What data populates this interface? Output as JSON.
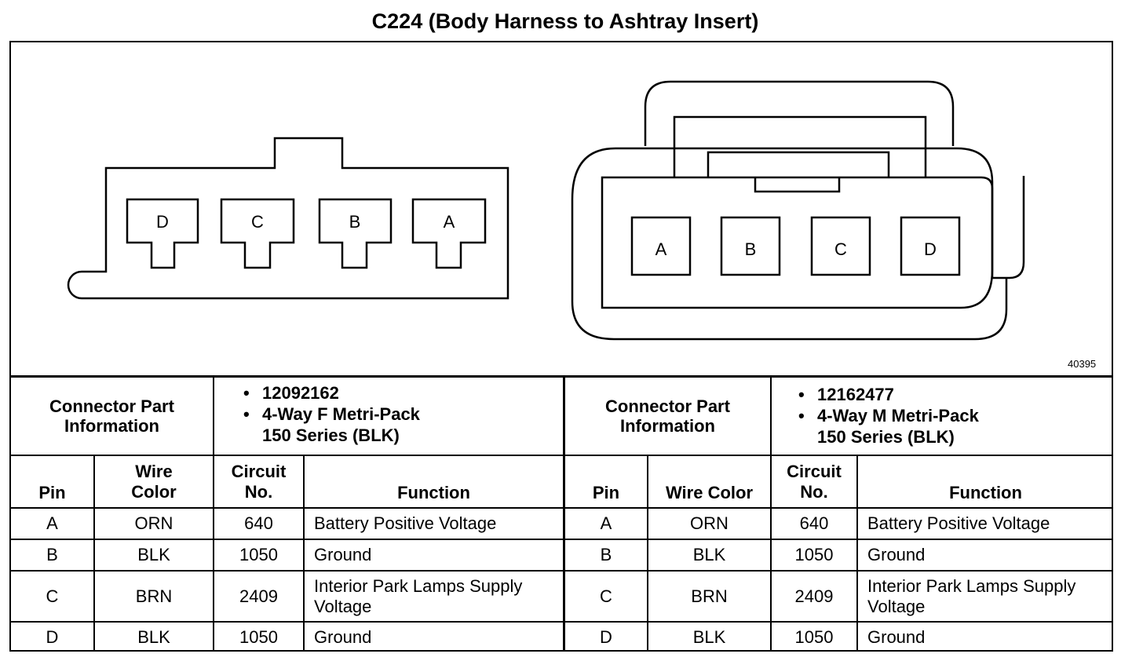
{
  "title": "C224 (Body Harness to Ashtray Insert)",
  "figure_number": "40395",
  "left_connector": {
    "pins_display": [
      "D",
      "C",
      "B",
      "A"
    ]
  },
  "right_connector": {
    "pins_display": [
      "A",
      "B",
      "C",
      "D"
    ]
  },
  "left_table": {
    "part_info_label": "Connector Part Information",
    "part_number": "12092162",
    "description_line1": "4-Way F Metri-Pack",
    "description_line2": "150 Series (BLK)",
    "headers": {
      "pin": "Pin",
      "wire_color": "Wire Color",
      "circuit": "Circuit No.",
      "function": "Function"
    },
    "rows": [
      {
        "pin": "A",
        "wire_color": "ORN",
        "circuit": "640",
        "function": "Battery Positive Voltage"
      },
      {
        "pin": "B",
        "wire_color": "BLK",
        "circuit": "1050",
        "function": "Ground"
      },
      {
        "pin": "C",
        "wire_color": "BRN",
        "circuit": "2409",
        "function": "Interior Park Lamps Supply Voltage"
      },
      {
        "pin": "D",
        "wire_color": "BLK",
        "circuit": "1050",
        "function": "Ground"
      }
    ]
  },
  "right_table": {
    "part_info_label": "Connector Part Information",
    "part_number": "12162477",
    "description_line1": "4-Way M Metri-Pack",
    "description_line2": "150 Series (BLK)",
    "headers": {
      "pin": "Pin",
      "wire_color": "Wire Color",
      "circuit": "Circuit No.",
      "function": "Function"
    },
    "rows": [
      {
        "pin": "A",
        "wire_color": "ORN",
        "circuit": "640",
        "function": "Battery Positive Voltage"
      },
      {
        "pin": "B",
        "wire_color": "BLK",
        "circuit": "1050",
        "function": "Ground"
      },
      {
        "pin": "C",
        "wire_color": "BRN",
        "circuit": "2409",
        "function": "Interior Park Lamps Supply Voltage"
      },
      {
        "pin": "D",
        "wire_color": "BLK",
        "circuit": "1050",
        "function": "Ground"
      }
    ]
  }
}
